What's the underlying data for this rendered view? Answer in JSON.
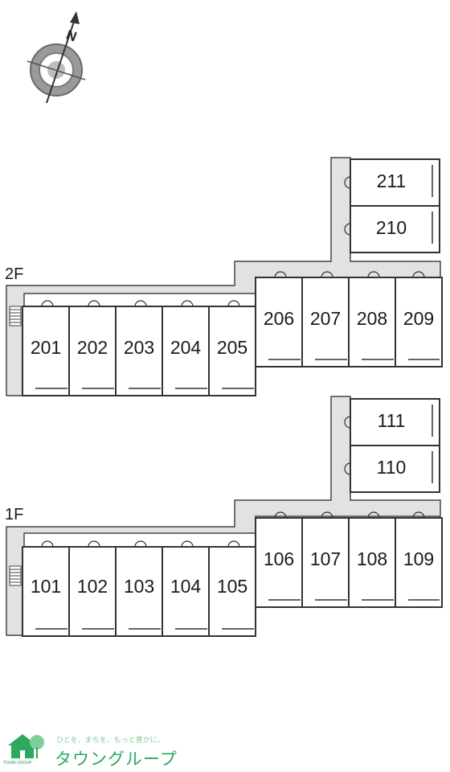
{
  "compass": {
    "north_label": "N",
    "icon": "north-arrow-compass-icon"
  },
  "floors": [
    {
      "label": "2F",
      "rooms": [
        "201",
        "202",
        "203",
        "204",
        "205",
        "206",
        "207",
        "208",
        "209",
        "210",
        "211"
      ]
    },
    {
      "label": "1F",
      "rooms": [
        "101",
        "102",
        "103",
        "104",
        "105",
        "106",
        "107",
        "108",
        "109",
        "110",
        "111"
      ]
    }
  ],
  "logo": {
    "tagline": "ひとを、まちを、もっと豊かに。",
    "brand": "タウングループ",
    "brand_en": "TOWN GROUP"
  },
  "colors": {
    "corridor": "#e2e2e2",
    "outline": "#333333",
    "brand_green": "#2ea760",
    "brand_light_green": "#7fcf9b"
  }
}
